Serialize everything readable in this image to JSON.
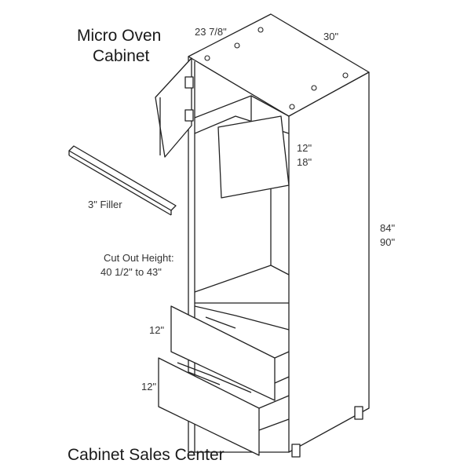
{
  "title": {
    "line1": "Micro Oven",
    "line2": "Cabinet"
  },
  "footer": "Cabinet Sales Center",
  "dimensions": {
    "depth": "23 7/8\"",
    "width": "30\"",
    "upper_door_1": "12\"",
    "upper_door_2": "18\"",
    "height_1": "84\"",
    "height_2": "90\"",
    "filler": "3\" Filler",
    "cutout_line1": "Cut Out Height:",
    "cutout_line2": "40 1/2\" to 43\"",
    "drawer_top": "12\"",
    "drawer_bottom": "12\""
  }
}
